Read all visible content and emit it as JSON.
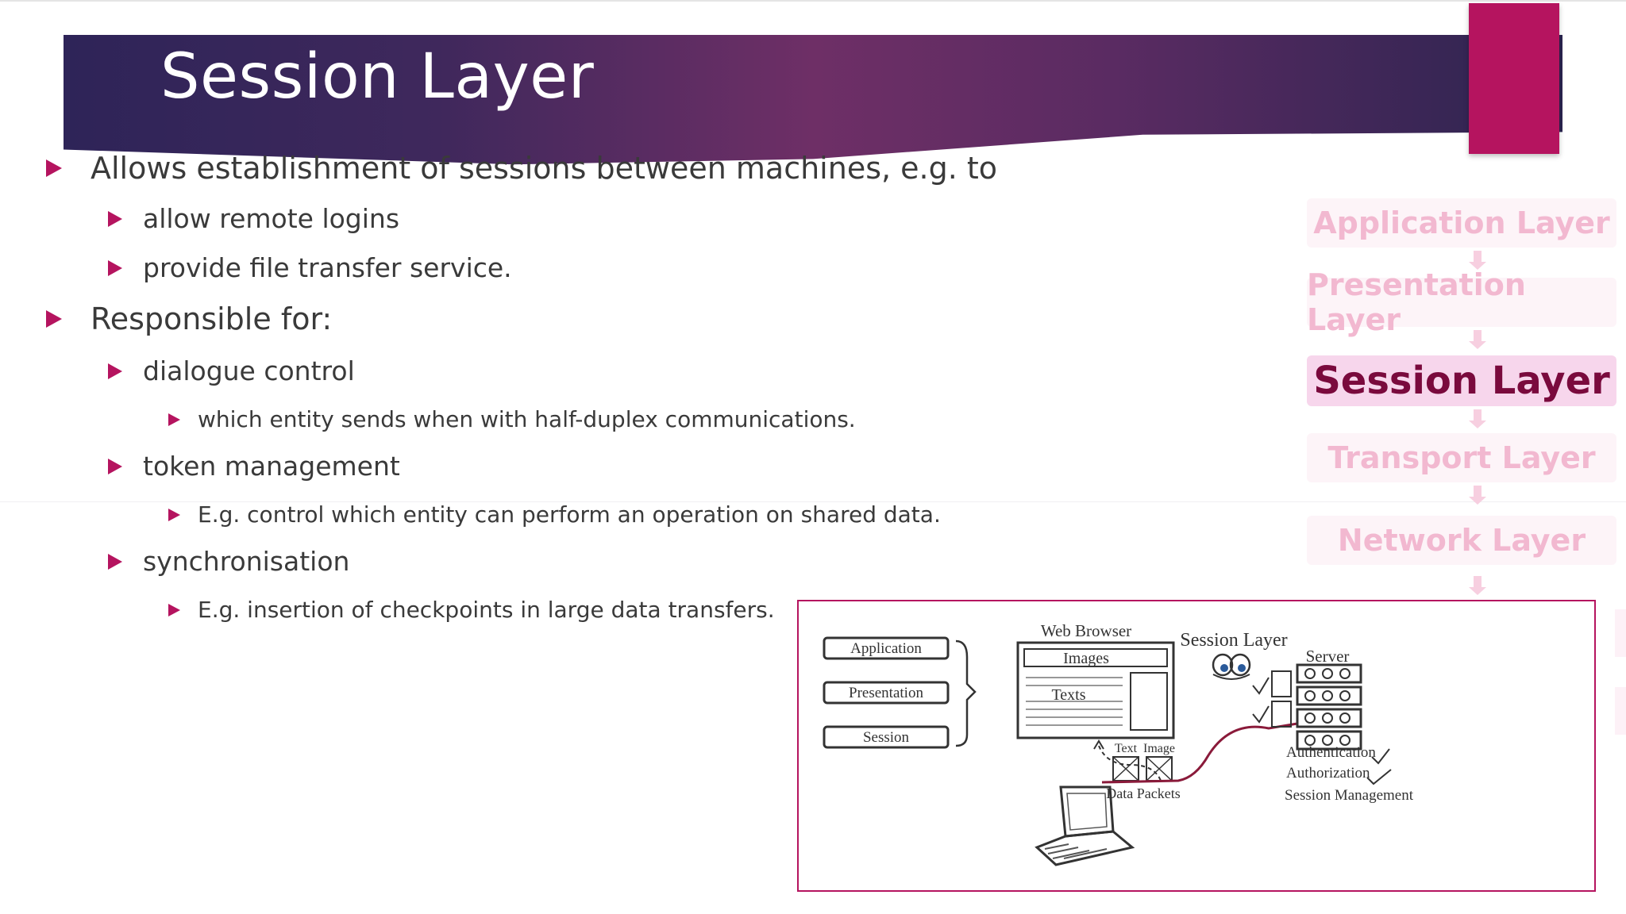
{
  "slide": {
    "title": "Session Layer",
    "accent_color": "#b5145f"
  },
  "bullets": [
    {
      "level": 1,
      "text": "Allows establishment of sessions between machines, e.g. to"
    },
    {
      "level": 2,
      "text": "allow remote logins"
    },
    {
      "level": 2,
      "text": "provide file transfer service."
    },
    {
      "level": 1,
      "text": "Responsible for:"
    },
    {
      "level": 2,
      "text": "dialogue control"
    },
    {
      "level": 3,
      "text": "which entity sends when with half-duplex communications."
    },
    {
      "level": 2,
      "text": "token management"
    },
    {
      "level": 3,
      "text": "E.g. control which entity can perform an operation on shared data."
    },
    {
      "level": 2,
      "text": "synchronisation"
    },
    {
      "level": 3,
      "text": "E.g. insertion of checkpoints in large data transfers."
    }
  ],
  "osi_stack": [
    {
      "label": "Application Layer",
      "active": false
    },
    {
      "label": "Presentation Layer",
      "active": false
    },
    {
      "label": "Session Layer",
      "active": true
    },
    {
      "label": "Transport Layer",
      "active": false
    },
    {
      "label": "Network Layer",
      "active": false
    }
  ],
  "diagram": {
    "layer_boxes": [
      "Application",
      "Presentation",
      "Session"
    ],
    "browser_title": "Web Browser",
    "browser_images": "Images",
    "browser_texts": "Texts",
    "heading": "Session Layer",
    "server_label": "Server",
    "packet_text": "Text",
    "packet_image": "Image",
    "data_packets": "Data Packets",
    "auth1": "Authentication",
    "auth2": "Authorization",
    "session_mgmt": "Session Management"
  }
}
